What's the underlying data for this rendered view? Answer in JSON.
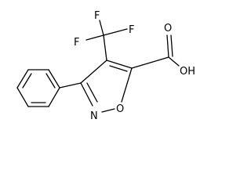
{
  "structure": {
    "cf3_group": {
      "f_top_right": "F",
      "f_top_left": "F",
      "f_left": "F"
    },
    "carboxylic_acid": {
      "carbonyl_o": "O",
      "hydroxyl": "OH"
    },
    "isoxazole_ring": {
      "nitrogen": "N",
      "oxygen": "O"
    }
  }
}
